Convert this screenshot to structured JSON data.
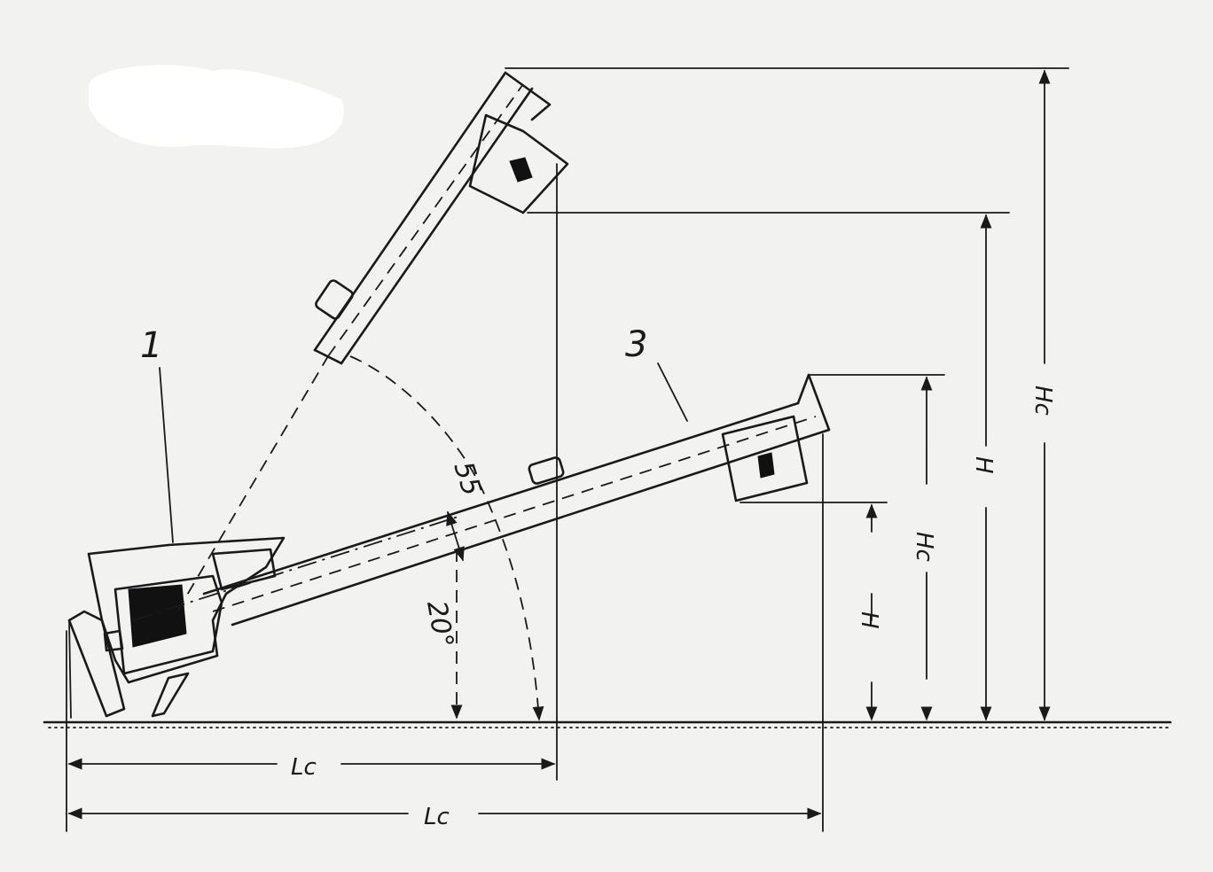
{
  "labels": {
    "machine_number": "1",
    "conveyor_number": "3"
  },
  "angles": {
    "upper_angle": "55",
    "lower_angle": "20°"
  },
  "dimensions": {
    "horizontal_short": "Lc",
    "horizontal_long": "Lc",
    "height_low": "H",
    "height_low_c": "Hc",
    "height_high": "H",
    "height_high_c": "Hc"
  }
}
